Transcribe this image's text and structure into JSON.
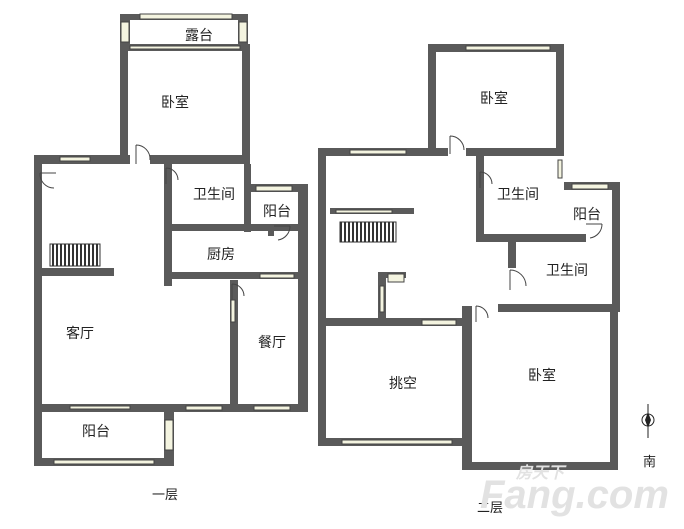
{
  "floor_plan": {
    "floor1": {
      "label": "一层",
      "rooms": {
        "terrace": "露台",
        "bedroom": "卧室",
        "bathroom": "卫生间",
        "balcony_small": "阳台",
        "kitchen": "厨房",
        "living_room": "客厅",
        "dining_room": "餐厅",
        "balcony": "阳台"
      }
    },
    "floor2": {
      "label": "二层",
      "rooms": {
        "bedroom_north": "卧室",
        "bathroom_1": "卫生间",
        "balcony": "阳台",
        "bathroom_2": "卫生间",
        "void": "挑空",
        "bedroom_south": "卧室"
      }
    },
    "compass": {
      "label": "南"
    },
    "watermark": {
      "text": "Fang.com",
      "subtitle": "房天下"
    },
    "colors": {
      "wall": "#5a5a5a",
      "wall_outline": "#444444",
      "window_fill": "#f4f4e0",
      "hatch": "#555555"
    }
  }
}
